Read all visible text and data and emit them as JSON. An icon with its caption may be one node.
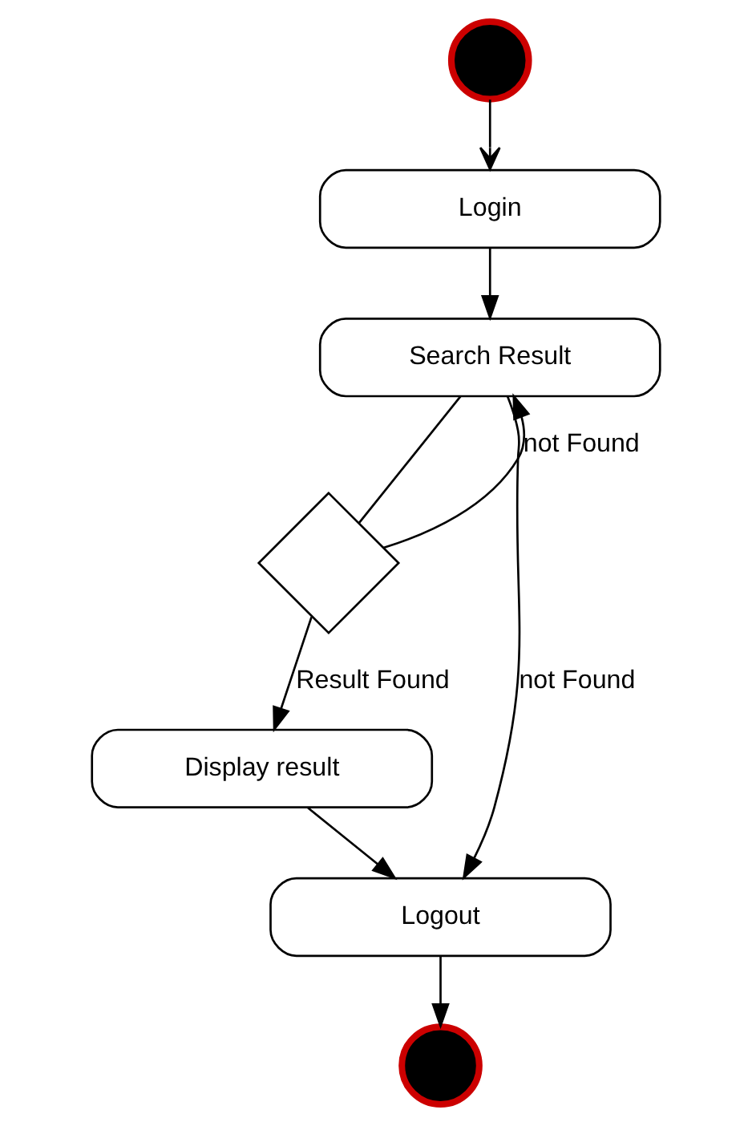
{
  "diagram": {
    "nodes": [
      {
        "text": [],
        "shape": "circle"
      },
      {
        "text": [
          "Login"
        ]
      },
      {
        "text": [
          "Search Result"
        ]
      },
      {
        "text": [],
        "shape": "diamond"
      },
      {
        "text": [
          "Display result"
        ]
      },
      {
        "text": [
          "Logout"
        ]
      },
      {
        "text": [],
        "shape": "circle"
      }
    ],
    "edges": [
      {
        "from": 0,
        "to": 1,
        "arrow": "to"
      },
      {
        "from": 1,
        "to": 2,
        "arrow": "to"
      },
      {
        "from": 2,
        "to": 3,
        "arrow": "none"
      },
      {
        "from": 3,
        "to": 2,
        "arrow": "to",
        "label": "not Found"
      },
      {
        "from": 3,
        "to": 4,
        "arrow": "to",
        "label": "Result Found"
      },
      {
        "from": 2,
        "to": 5,
        "arrow": "to",
        "label": "not Found"
      },
      {
        "from": 4,
        "to": 5,
        "arrow": "to"
      },
      {
        "from": 5,
        "to": 6,
        "arrow": "to"
      }
    ]
  }
}
